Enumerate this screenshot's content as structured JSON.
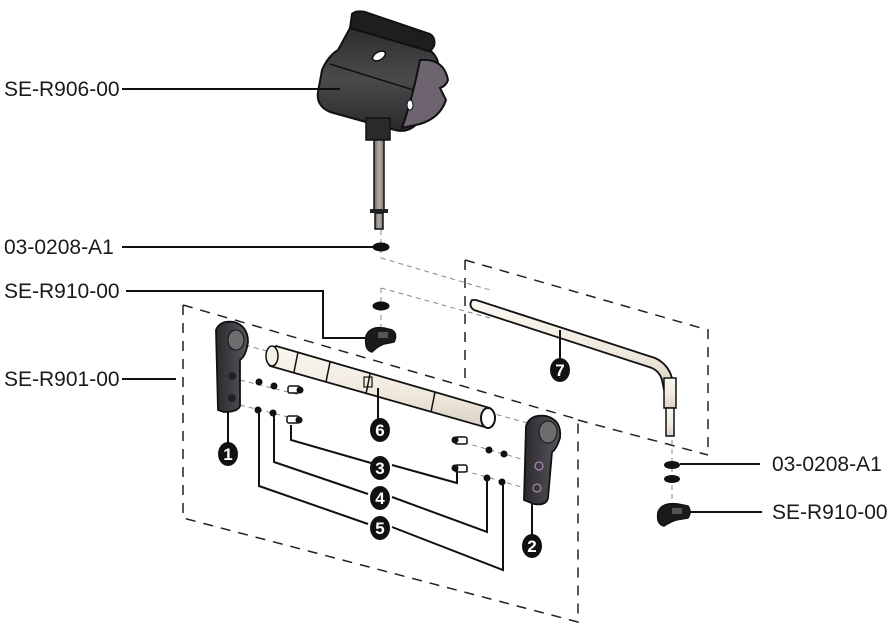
{
  "diagram": {
    "type": "exploded-assembly",
    "part_labels": [
      {
        "id": "label-se-r906",
        "text": "SE-R906-00"
      },
      {
        "id": "label-03-0208-a1-top",
        "text": "03-0208-A1"
      },
      {
        "id": "label-se-r910-left",
        "text": "SE-R910-00"
      },
      {
        "id": "label-se-r901",
        "text": "SE-R901-00"
      },
      {
        "id": "label-03-0208-a1-right",
        "text": "03-0208-A1"
      },
      {
        "id": "label-se-r910-right",
        "text": "SE-R910-00"
      }
    ],
    "balloons": [
      "1",
      "2",
      "3",
      "4",
      "5",
      "6",
      "7"
    ],
    "colors": {
      "housing": "#3a3a3c",
      "housing_side": "#6e6470",
      "tube": "#f4efe6",
      "shaft": "#9a958f",
      "outline": "#111111",
      "balloon": "#111111"
    }
  }
}
